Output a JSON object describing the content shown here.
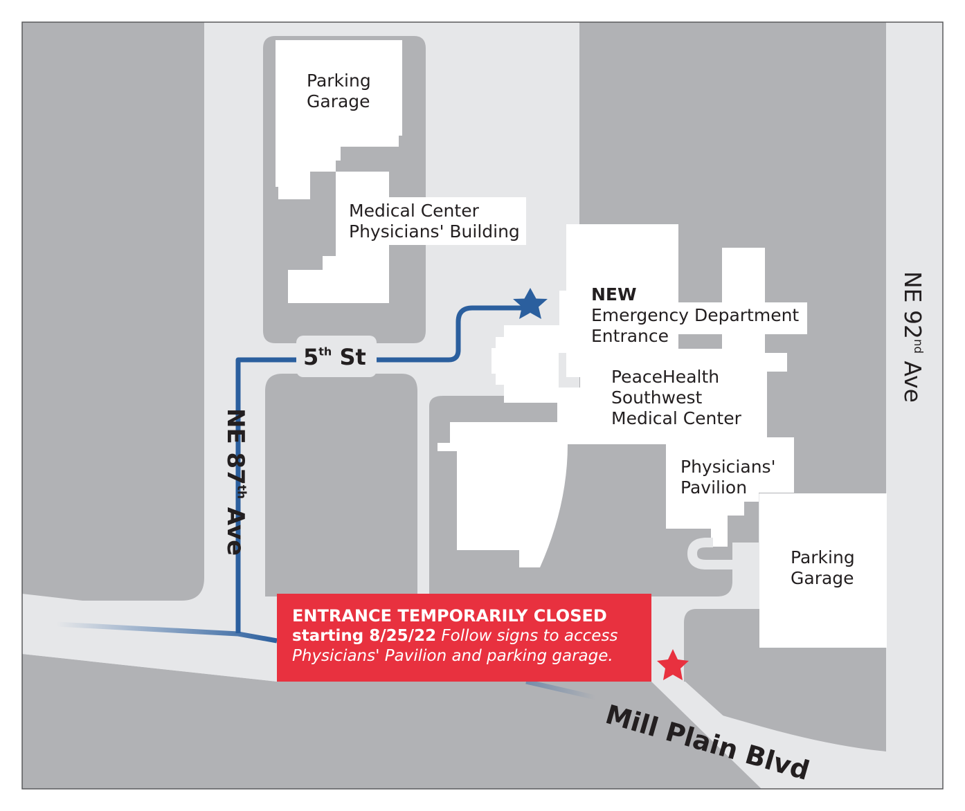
{
  "buildings": {
    "parking_garage_north": [
      "Parking",
      "Garage"
    ],
    "medical_center_physicians_building": [
      "Medical Center",
      "Physicians' Building"
    ],
    "new_ed_entrance": {
      "emphasis": "NEW",
      "lines": [
        "Emergency Department",
        "Entrance"
      ]
    },
    "peacehealth": [
      "PeaceHealth",
      "Southwest",
      "Medical Center"
    ],
    "physicians_pavilion": [
      "Physicians'",
      "Pavilion"
    ],
    "parking_garage_east": [
      "Parking",
      "Garage"
    ]
  },
  "streets": {
    "fifth_st": {
      "num": "5",
      "sup": "th",
      "rest": "St"
    },
    "ne_87th": {
      "pre": "NE 87",
      "sup": "th",
      "post": "Ave"
    },
    "ne_92nd": {
      "pre": "NE 92",
      "sup": "nd",
      "post": "Ave"
    },
    "mill_plain": "Mill Plain Blvd"
  },
  "closure_notice": {
    "heading": "ENTRANCE TEMPORARILY CLOSED",
    "starting": "starting  8/25/22",
    "follow": "Follow signs to access",
    "line3": "Physicians' Pavilion and parking garage."
  },
  "colors": {
    "block": "#b1b2b5",
    "road": "#e6e7e9",
    "route": "#2b5f9e",
    "closed_star": "#e8313f",
    "notice_bg": "#e8313f"
  },
  "icons": {
    "ed_entrance": "blue-star-icon",
    "closed_entrance": "red-star-icon"
  }
}
